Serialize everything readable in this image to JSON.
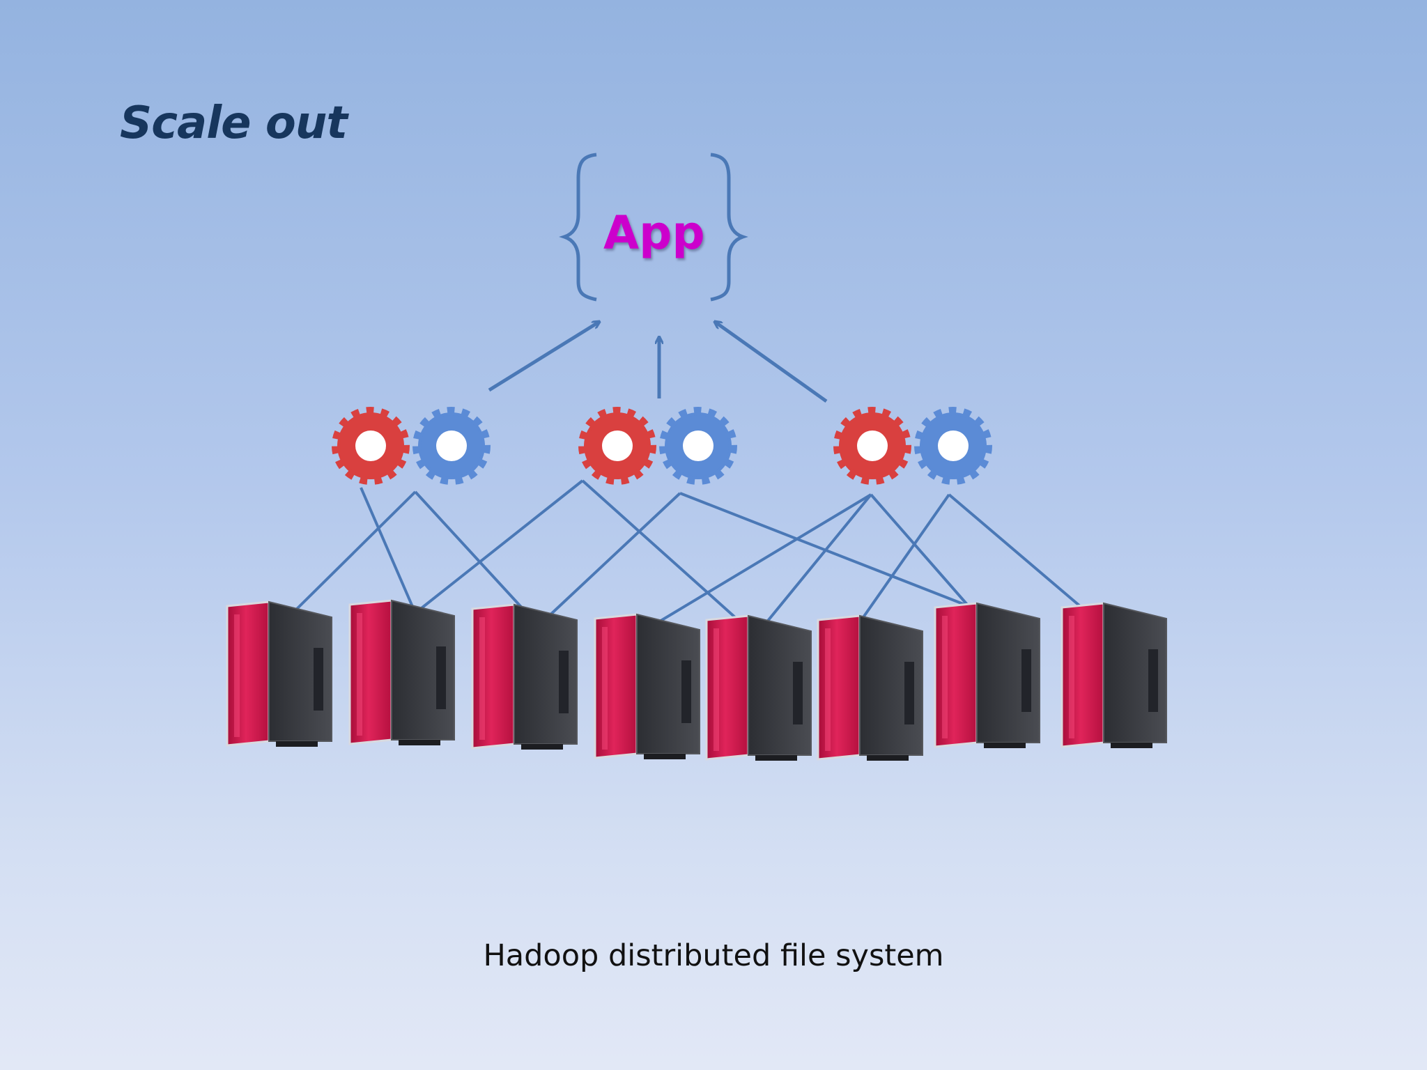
{
  "slide": {
    "title": "Scale out",
    "app_label": "App",
    "caption": "Hadoop distributed file system"
  },
  "diagram": {
    "task_groups": [
      {
        "id": "group-1",
        "gears": [
          "red-gear-icon",
          "blue-gear-icon"
        ]
      },
      {
        "id": "group-2",
        "gears": [
          "red-gear-icon",
          "blue-gear-icon"
        ]
      },
      {
        "id": "group-3",
        "gears": [
          "red-gear-icon",
          "blue-gear-icon"
        ]
      }
    ],
    "server_count": 8,
    "icons": [
      "left-brace-icon",
      "right-brace-icon",
      "gear-icon",
      "server-tower-icon",
      "arrow-up-icon"
    ]
  },
  "colors": {
    "title": "#17365d",
    "app": "#cc00cc",
    "connector": "#4a78b6",
    "gear_red": "#d9403f",
    "gear_blue": "#5b8bd6",
    "server_red": "#c8144a",
    "server_dark": "#3a3c42"
  }
}
